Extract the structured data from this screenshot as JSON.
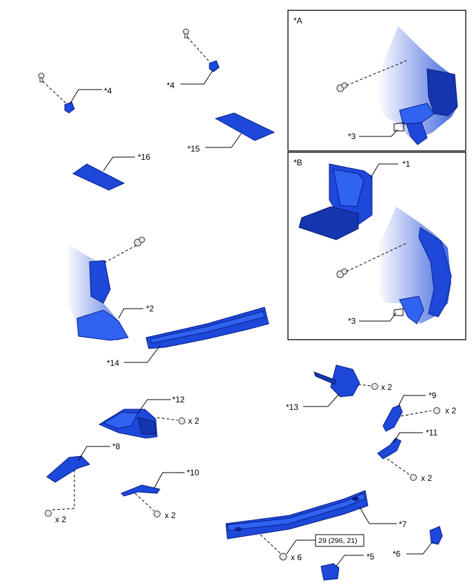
{
  "views": {
    "view_a": "*A",
    "view_b": "*B"
  },
  "callouts": {
    "c1": "*1",
    "c2": "*2",
    "c3a": "*3",
    "c3b": "*3",
    "c4a": "*4",
    "c4b": "*4",
    "c5": "*5",
    "c6": "*6",
    "c7": "*7",
    "c8": "*8",
    "c9": "*9",
    "c10": "*10",
    "c11": "*11",
    "c12": "*12",
    "c13": "*13",
    "c14": "*14",
    "c15": "*15",
    "c16": "*16"
  },
  "quantities": {
    "q12": "x 2",
    "q13": "x 2",
    "q9": "x 2",
    "q11": "x 2",
    "q8": "x 2",
    "q10": "x 2",
    "q7": "x 6"
  },
  "torque_spec": "29 (296, 21)",
  "colors": {
    "part_blue": "#1d48d9",
    "hardware": "#e6e6e6"
  }
}
